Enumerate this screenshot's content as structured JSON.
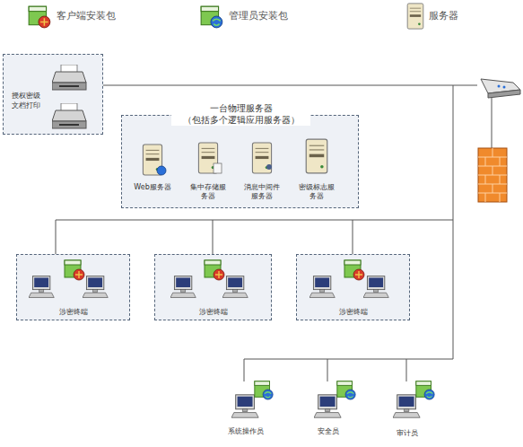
{
  "diagram": {
    "nodes": [
      {
        "text": [
          "授权密级文档打印"
        ]
      },
      {
        "text": [
          "一台物理服务器 （包括多个逻辑应用服务器）"
        ]
      },
      {
        "text": [
          "涉密终端"
        ]
      },
      {
        "text": [
          "涉密终端"
        ]
      },
      {
        "text": [
          "涉密终端"
        ]
      }
    ],
    "labels": [
      "Web服务器",
      "集中存储服务器",
      "消息中间件服务器",
      "密级标志服务器",
      "系统操作员",
      "安全员",
      "审计员"
    ],
    "legend": [
      {
        "text": "客户端安装包"
      },
      {
        "text": "管理员安装包"
      },
      {
        "text": "服务器"
      }
    ]
  }
}
